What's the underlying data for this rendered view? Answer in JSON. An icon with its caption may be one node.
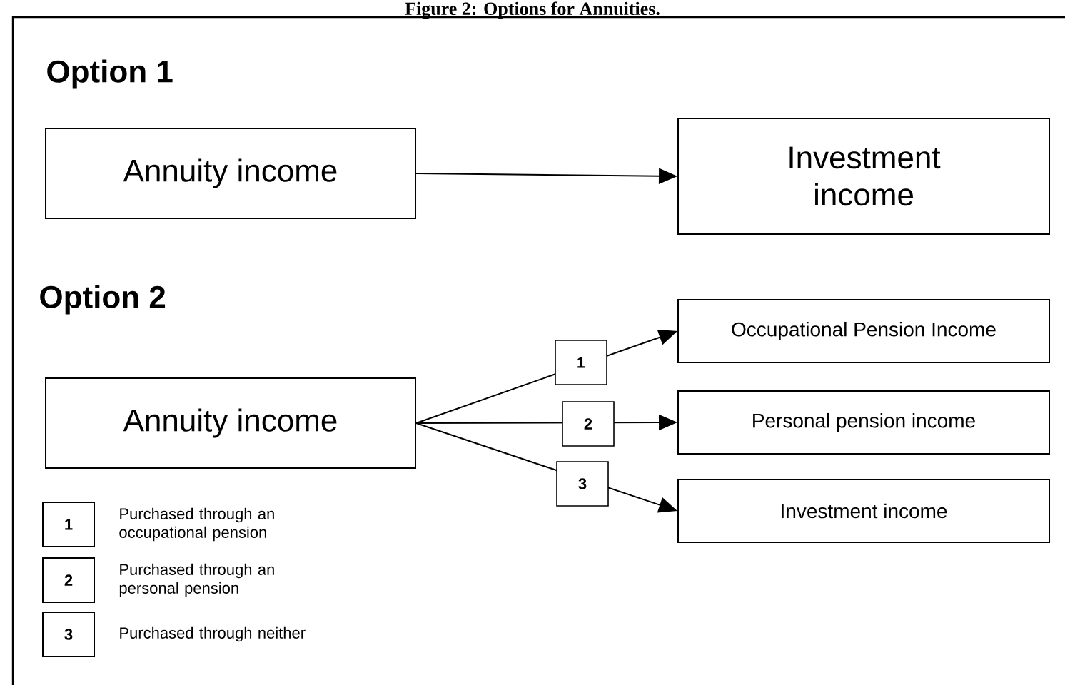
{
  "diagram": {
    "title": "Figure 2: Options for Annuities.",
    "nodes": [
      {
        "text": [
          "Annuity income"
        ]
      },
      {
        "text": [
          "Investment income"
        ]
      },
      {
        "text": [
          "Annuity income"
        ]
      },
      {
        "text": [
          "Occupational Pension Income"
        ]
      },
      {
        "text": [
          "Personal pension income"
        ]
      },
      {
        "text": [
          "Investment income"
        ]
      },
      {
        "text": [
          "1"
        ],
        "beside": [
          "Purchased through an occupational pension"
        ]
      },
      {
        "text": [
          "2"
        ],
        "beside": [
          "Purchased through an personal pension"
        ]
      },
      {
        "text": [
          "3"
        ],
        "beside": [
          "Purchased through neither"
        ]
      }
    ],
    "edges": [
      {
        "from": 0,
        "to": 1,
        "arrow": "to"
      },
      {
        "from": 2,
        "to": 3,
        "arrow": "to",
        "label": "1"
      },
      {
        "from": 2,
        "to": 4,
        "arrow": "to",
        "label": "2"
      },
      {
        "from": 2,
        "to": 5,
        "arrow": "to",
        "label": "3"
      }
    ],
    "labels": [
      "Option 1",
      "Option 2"
    ]
  }
}
